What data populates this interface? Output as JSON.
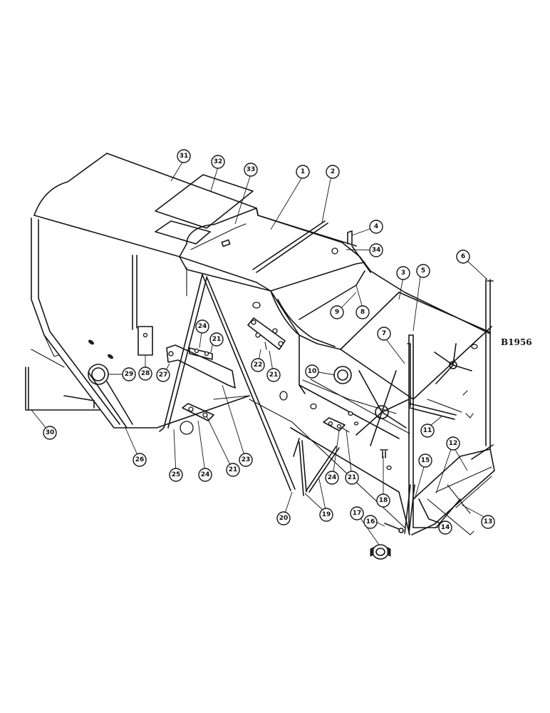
{
  "drawing_code": "B1956",
  "callouts": [
    {
      "n": "1"
    },
    {
      "n": "2"
    },
    {
      "n": "3"
    },
    {
      "n": "4"
    },
    {
      "n": "5"
    },
    {
      "n": "6"
    },
    {
      "n": "7"
    },
    {
      "n": "8"
    },
    {
      "n": "9"
    },
    {
      "n": "10"
    },
    {
      "n": "11"
    },
    {
      "n": "12"
    },
    {
      "n": "13"
    },
    {
      "n": "14"
    },
    {
      "n": "15"
    },
    {
      "n": "16"
    },
    {
      "n": "17"
    },
    {
      "n": "18"
    },
    {
      "n": "19"
    },
    {
      "n": "20"
    },
    {
      "n": "21"
    },
    {
      "n": "21"
    },
    {
      "n": "21"
    },
    {
      "n": "21"
    },
    {
      "n": "22"
    },
    {
      "n": "23"
    },
    {
      "n": "24"
    },
    {
      "n": "24"
    },
    {
      "n": "24"
    },
    {
      "n": "25"
    },
    {
      "n": "26"
    },
    {
      "n": "27"
    },
    {
      "n": "28"
    },
    {
      "n": "29"
    },
    {
      "n": "30"
    },
    {
      "n": "31"
    },
    {
      "n": "32"
    },
    {
      "n": "33"
    },
    {
      "n": "34"
    }
  ]
}
